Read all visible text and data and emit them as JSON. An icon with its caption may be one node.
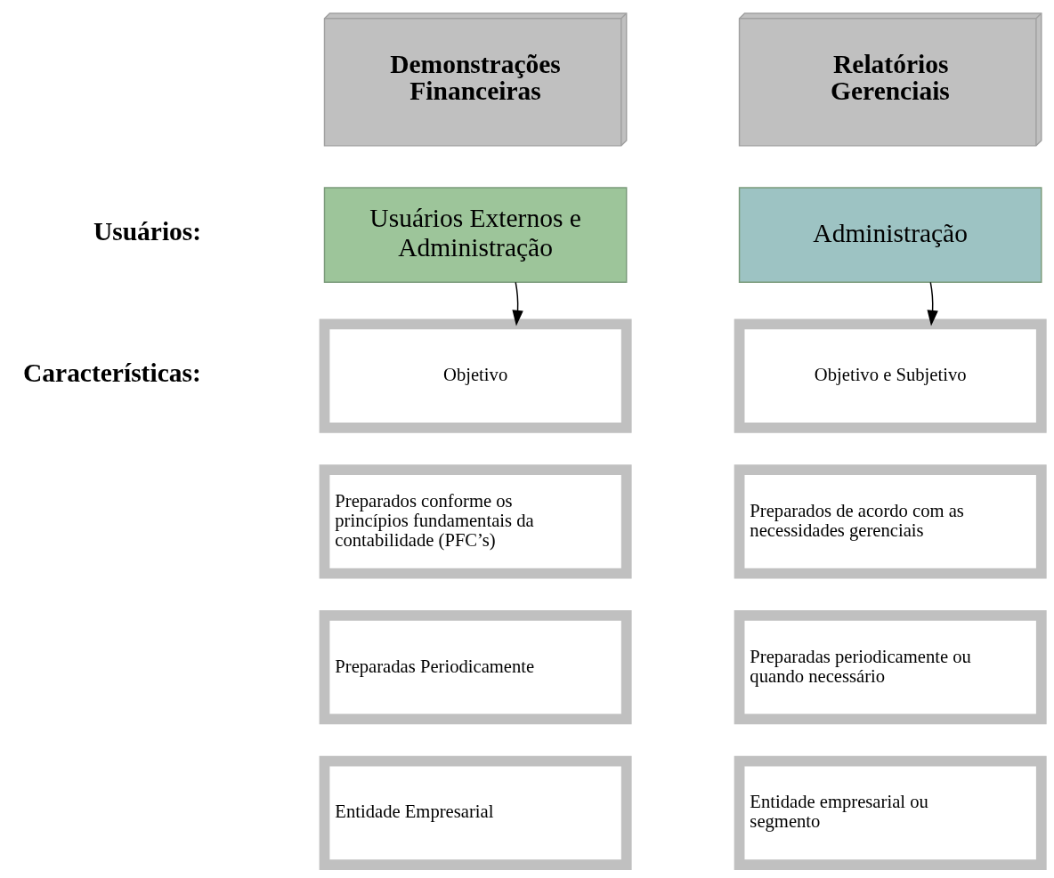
{
  "diagram": {
    "nodes": [
      {
        "text": [
          "Demonstrações Financeiras"
        ]
      },
      {
        "text": [
          "Relatórios Gerenciais"
        ]
      },
      {
        "text": [
          "Usuários Externos e Administração"
        ]
      },
      {
        "text": [
          "Administração"
        ]
      },
      {
        "text": [
          "Objetivo"
        ]
      },
      {
        "text": [
          "Preparados conforme os princípios fundamentais da contabilidade (PFC’s)"
        ]
      },
      {
        "text": [
          "Preparadas Periodicamente"
        ]
      },
      {
        "text": [
          "Entidade Empresarial"
        ]
      },
      {
        "text": [
          "Objetivo e Subjetivo"
        ]
      },
      {
        "text": [
          "Preparados de acordo com as necessidades gerenciais"
        ]
      },
      {
        "text": [
          "Preparadas periodicamente ou quando necessário"
        ]
      },
      {
        "text": [
          "Entidade empresarial ou segmento"
        ]
      }
    ],
    "edges": [
      {
        "from": 2,
        "to": 4,
        "arrow": "to"
      },
      {
        "from": 3,
        "to": 8,
        "arrow": "to"
      }
    ],
    "labels": [
      "Usuários:",
      "Características:"
    ]
  }
}
